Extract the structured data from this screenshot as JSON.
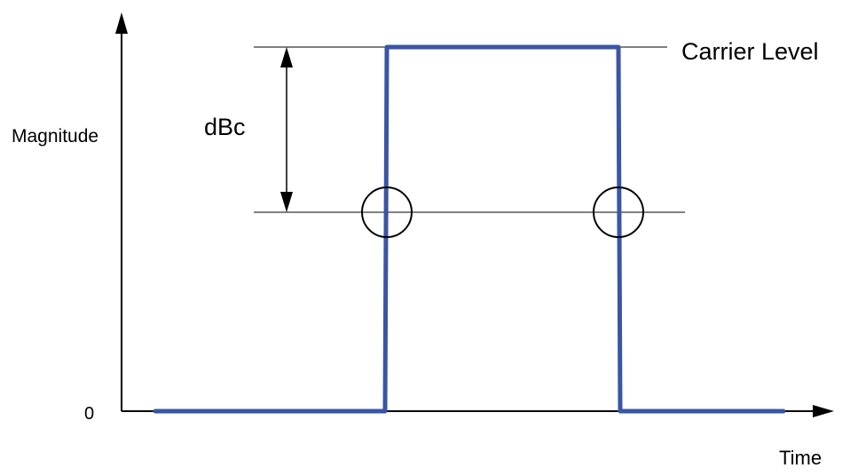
{
  "labels": {
    "y_axis": "Magnitude",
    "zero": "0",
    "x_axis": "Time",
    "dbc": "dBc",
    "carrier_level": "Carrier Level"
  },
  "colors": {
    "pulse": "#3a55a4",
    "axis": "#000000",
    "reference_line": "#000000"
  },
  "markers": [
    "rising-edge-circle",
    "falling-edge-circle"
  ]
}
